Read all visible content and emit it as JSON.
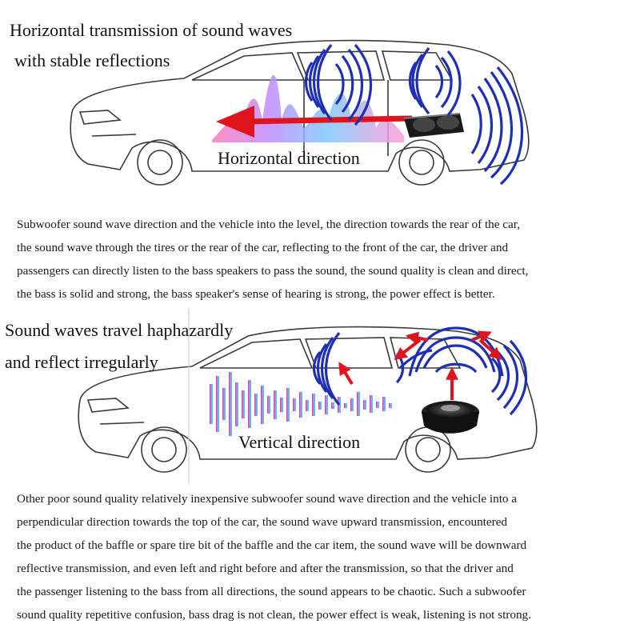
{
  "top": {
    "heading_line1": "Horizontal transmission of sound waves",
    "heading_line2": "with stable reflections",
    "car_label": "Horizontal direction",
    "paragraph_lines": [
      "Subwoofer sound wave direction and the vehicle into the level, the direction towards the rear of the car,",
      "the sound wave through the tires or the rear of the car, reflecting to the front of the car, the driver and",
      "passengers can directly listen to the bass speakers to pass the sound, the sound quality is clean and direct,",
      "the bass is solid and strong, the bass speaker's sense of hearing is strong, the power effect is better."
    ]
  },
  "bottom": {
    "heading_line1": "Sound waves travel haphazardly",
    "heading_line2": "and reflect irregularly",
    "car_label": "Vertical direction",
    "paragraph_lines": [
      "Other poor sound quality relatively inexpensive subwoofer sound wave direction and the vehicle into a",
      "perpendicular direction towards the top of the car, the sound wave upward transmission, encountered",
      "the product of the baffle or spare tire bit of the baffle and the car item, the sound wave will be downward",
      "reflective transmission, and even left and right before and after the transmission, so that the driver and",
      "the passenger listening to the bass from all directions, the sound appears to be chaotic. Such a subwoofer",
      "sound quality repetitive confusion, bass drag is not clean, the power effect is weak, listening is not strong."
    ]
  },
  "colors": {
    "wave_blue": "#1f2fb5",
    "arrow_red": "#e0141c",
    "car_line": "#3a3a3a"
  }
}
